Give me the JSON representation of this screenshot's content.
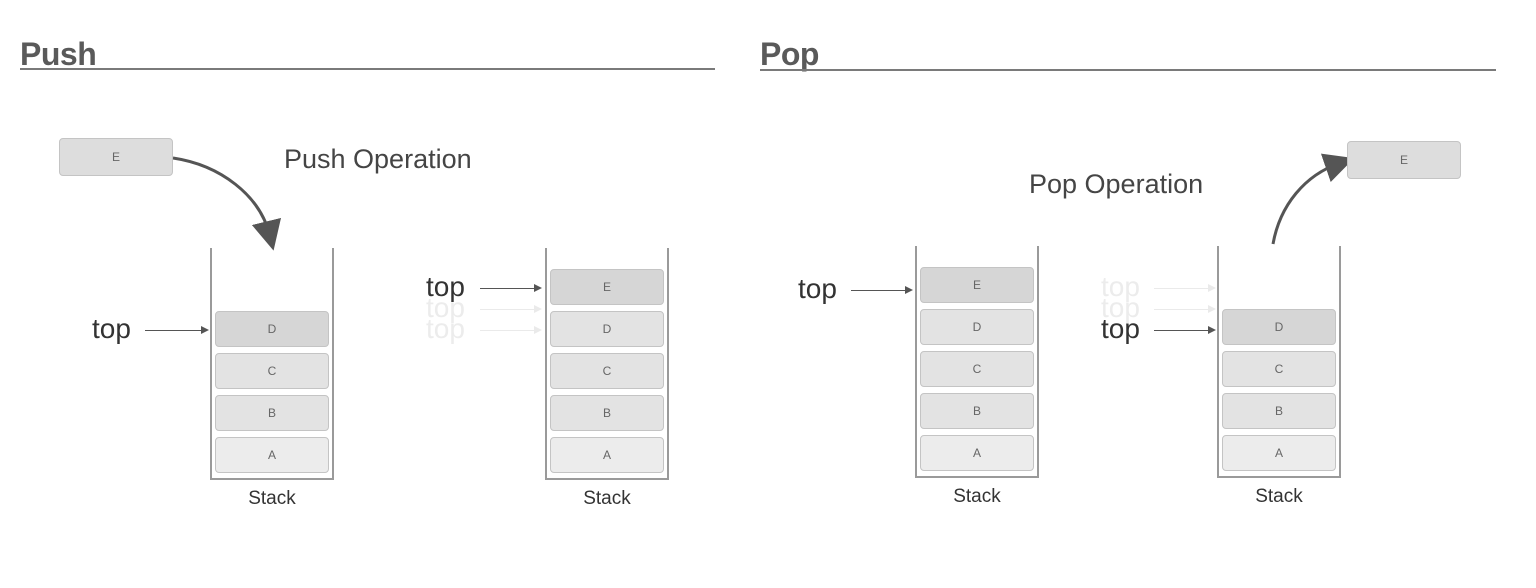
{
  "push": {
    "heading": "Push",
    "operation_title": "Push Operation",
    "incoming_item": "E",
    "stack_before": {
      "items_top_to_bottom": [
        "D",
        "C",
        "B",
        "A"
      ],
      "top_label": "top",
      "label": "Stack"
    },
    "stack_after": {
      "items_top_to_bottom": [
        "E",
        "D",
        "C",
        "B",
        "A"
      ],
      "top_label": "top",
      "ghost_labels": [
        "top",
        "top"
      ],
      "label": "Stack"
    }
  },
  "pop": {
    "heading": "Pop",
    "operation_title": "Pop Operation",
    "outgoing_item": "E",
    "stack_before": {
      "items_top_to_bottom": [
        "E",
        "D",
        "C",
        "B",
        "A"
      ],
      "top_label": "top",
      "label": "Stack"
    },
    "stack_after": {
      "items_top_to_bottom": [
        "D",
        "C",
        "B",
        "A"
      ],
      "top_label": "top",
      "ghost_labels": [
        "top",
        "top"
      ],
      "label": "Stack"
    }
  },
  "colors": {
    "heading": "#5a5a5a",
    "rule": "#7a7a7a",
    "arrow": "#555555",
    "block": "#e3e3e3"
  }
}
